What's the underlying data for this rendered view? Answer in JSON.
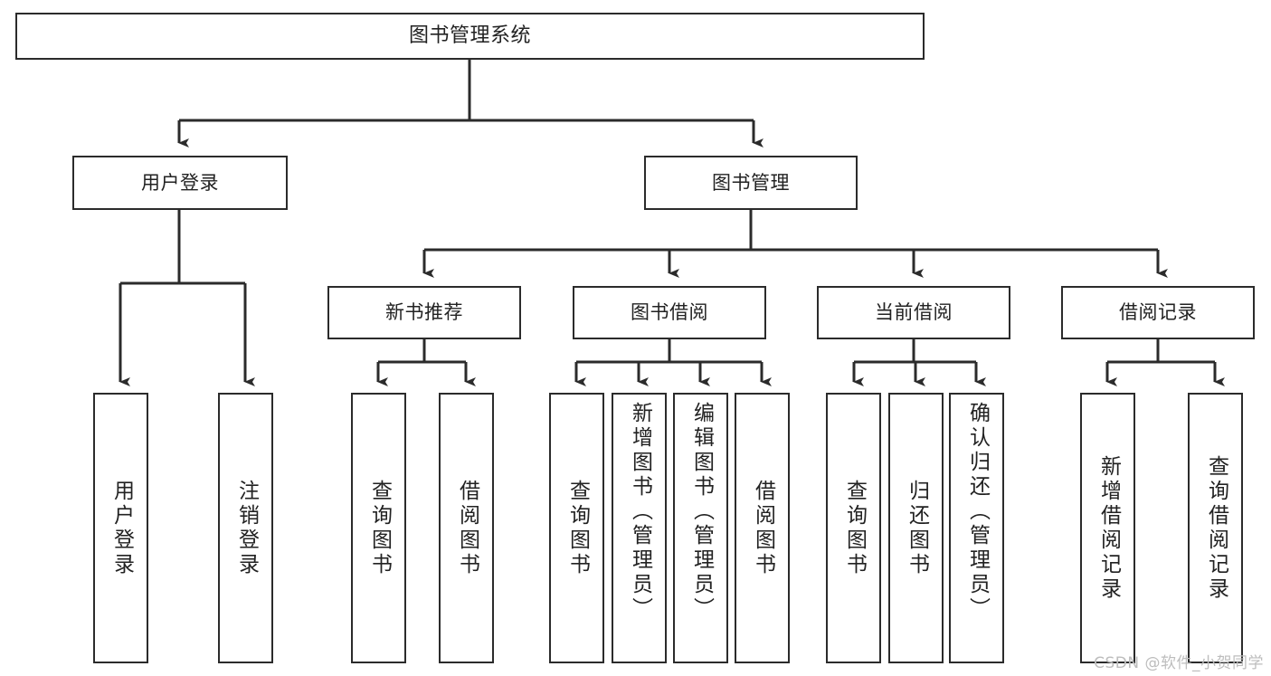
{
  "diagram": {
    "title": "图书管理系统",
    "watermark": "CSDN @软件_小贺同学",
    "line_color": "#2b2b2b",
    "box_fill": "#ffffff",
    "text_color": "#222222",
    "watermark_color": "#bdbdbd"
  },
  "nodes": {
    "root": {
      "label": "图书管理系统"
    },
    "level2": [
      {
        "label": "用户登录"
      },
      {
        "label": "图书管理"
      }
    ],
    "level3": [
      {
        "label": "新书推荐"
      },
      {
        "label": "图书借阅"
      },
      {
        "label": "当前借阅"
      },
      {
        "label": "借阅记录"
      }
    ],
    "leaves": {
      "user_login": [
        {
          "label": "用户登录"
        },
        {
          "label": "注销登录"
        }
      ],
      "new_book": [
        {
          "label": "查询图书"
        },
        {
          "label": "借阅图书"
        }
      ],
      "book_borrow": [
        {
          "label": "查询图书"
        },
        {
          "label": "新增图书（管理员）"
        },
        {
          "label": "编辑图书（管理员）"
        },
        {
          "label": "借阅图书"
        }
      ],
      "current_borrow": [
        {
          "label": "查询图书"
        },
        {
          "label": "归还图书"
        },
        {
          "label": "确认归还（管理员）"
        }
      ],
      "borrow_record": [
        {
          "label": "新增借阅记录"
        },
        {
          "label": "查询借阅记录"
        }
      ]
    }
  }
}
